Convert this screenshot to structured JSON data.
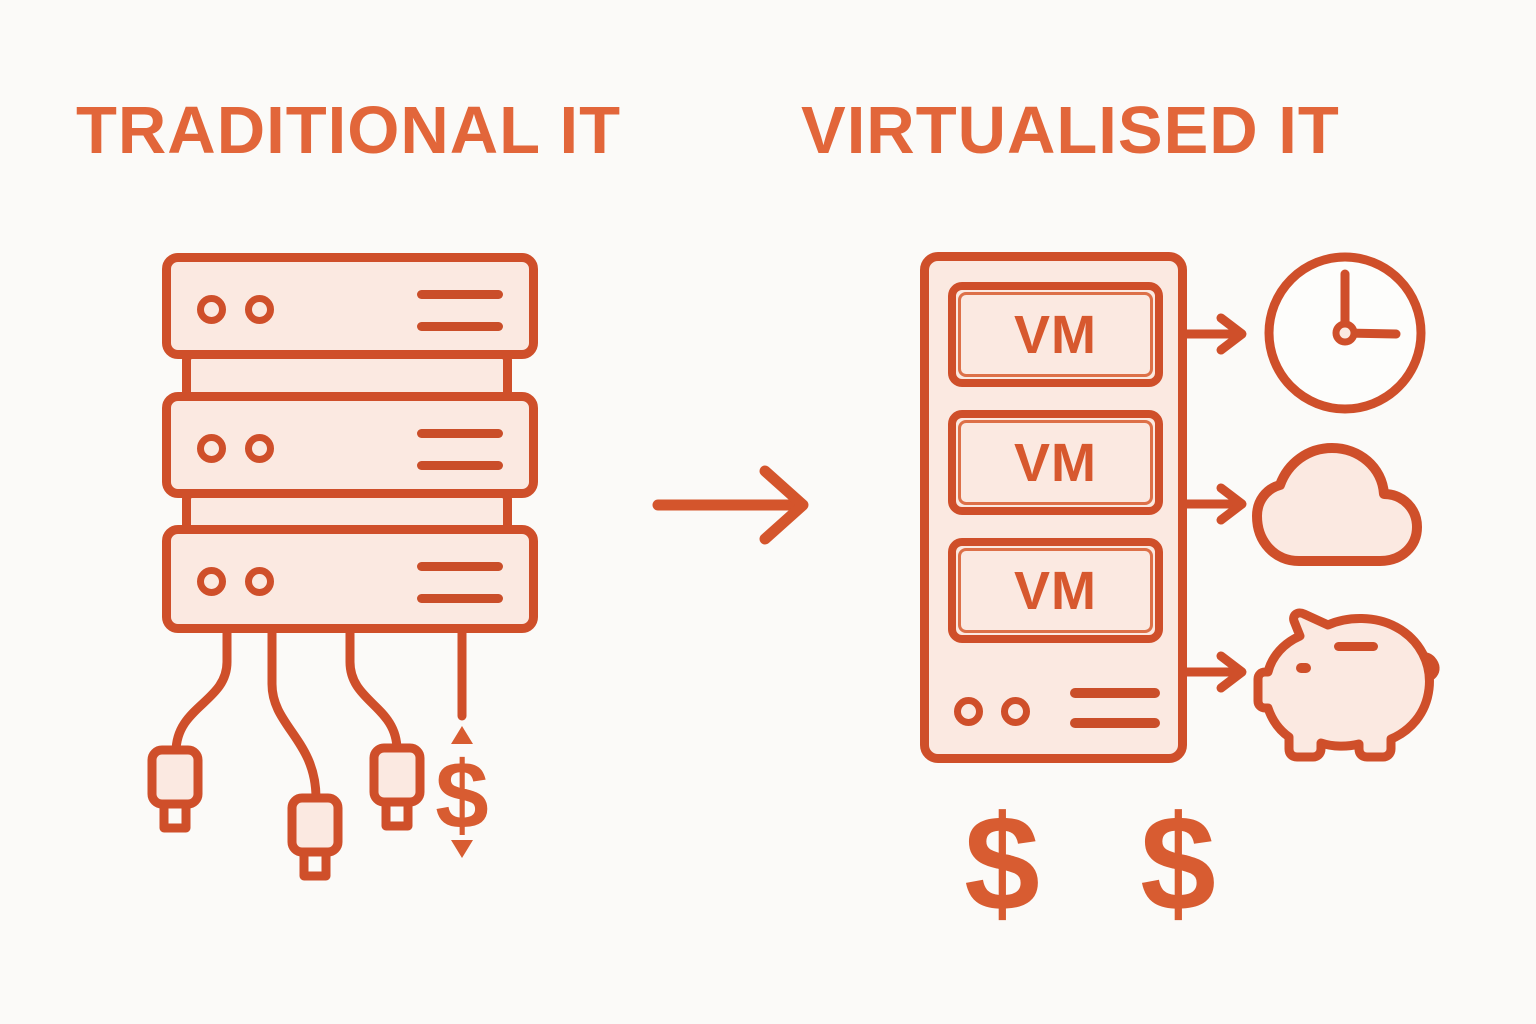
{
  "titles": {
    "left": "TRADITIONAL IT",
    "right": "VIRTUALISED IT"
  },
  "left_diagram": {
    "server_unit_count": 3,
    "cost_symbol": "$",
    "icons": [
      "usb-plug-icon",
      "usb-plug-icon",
      "usb-plug-icon",
      "dollar-fluctuation-icon"
    ]
  },
  "right_diagram": {
    "vm_labels": [
      "VM",
      "VM",
      "VM"
    ],
    "icons": [
      "clock-icon",
      "cloud-icon",
      "piggy-bank-icon"
    ],
    "dollars": [
      "$",
      "$"
    ]
  },
  "colors": {
    "stroke": "#cf4f2a",
    "fill": "#fbe9e1",
    "title": "#e2663a",
    "label": "#d7582e",
    "background": "#fbfaf8"
  }
}
